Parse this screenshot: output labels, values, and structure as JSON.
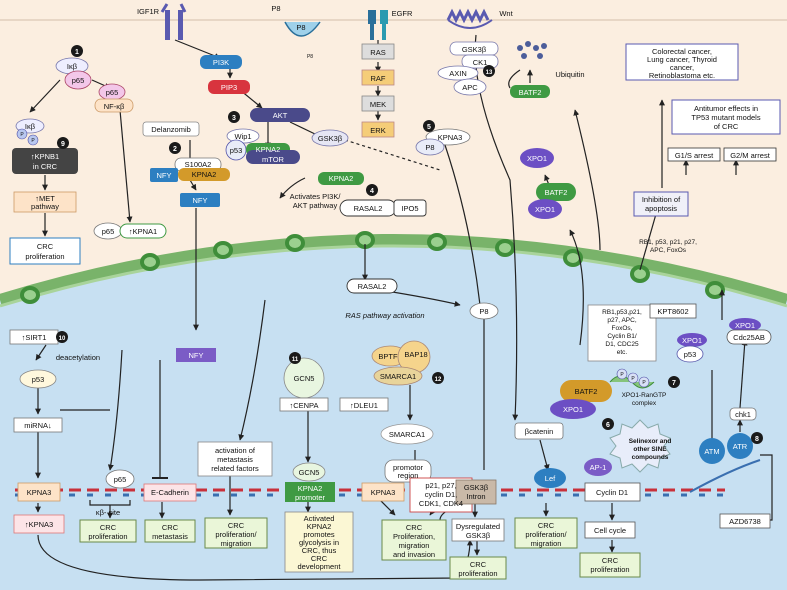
{
  "receptors": {
    "igf1r": "IGF1R",
    "egfr": "EGFR",
    "wnt": "Wnt",
    "p8_top": "P8",
    "p8_mid": "P8",
    "p8_small": "P8"
  },
  "ikb": {
    "ikb": "Iκβ",
    "p65": "p65",
    "ikb2": "Iκβ",
    "p_a": "P",
    "p_b": "P",
    "p65_b": "p65",
    "nfkb": "NF-κβ"
  },
  "badges": [
    "1",
    "2",
    "3",
    "4",
    "5",
    "6",
    "7",
    "8",
    "9",
    "10",
    "11",
    "12",
    "13"
  ],
  "pi3k": {
    "pi3k": "PI3K",
    "pip3": "PIP3",
    "akt": "AKT",
    "wip1": "Wip1",
    "p53": "p53",
    "kpna2": "KPNA2",
    "mtor": "mTOR",
    "gsk3b": "GSK3β",
    "kpna2_b": "KPNA2",
    "activates": [
      "Activates PI3K/",
      "AKT pathway"
    ]
  },
  "delanzomib": {
    "name": "Delanzomib",
    "s100a2": "S100A2",
    "nfy": "NFY",
    "kpna2": "KPNA2",
    "nfy2": "NFY"
  },
  "ras": {
    "ras": "RAS",
    "raf": "RAF",
    "mek": "MEK",
    "erk": "ERK",
    "kpna3": "KPNA3",
    "p8": "P8",
    "rasal2": "RASAL2",
    "ipo5": "IPO5",
    "rasal2_nuc": "RASAL2",
    "activation": "RAS pathway activation",
    "p8_nuc": "P8"
  },
  "wnt": {
    "gsk3b": "GSK3β",
    "ck1": "CK1",
    "axin": "AXIN",
    "apc": "APC",
    "batf2": "BATF2",
    "ubiquitin": "Ubiquitin"
  },
  "xpo1": {
    "xpo1_a": "XPO1",
    "batf2": "BATF2",
    "xpo1_b": "XPO1",
    "batf2_nuc": "BATF2",
    "xpo1_nuc": "XPO1",
    "xpo1_right": "XPO1",
    "cdc25ab": "Cdc25AB",
    "xpo1_p53": "XPO1",
    "p53": "p53",
    "kpt8602": "KPT8602",
    "rb1_box": [
      "RB1,p53,p21,",
      "p27, APC,",
      "FoxOs,",
      "Cyclin B1/",
      "D1, CDC25",
      "etc."
    ],
    "complex": [
      "XPO1-RanGTP",
      "complex"
    ],
    "p_letter": "P",
    "selinexor": [
      "Selinexor and",
      "other SINE",
      "compounds"
    ]
  },
  "right": {
    "cancers": [
      "Colorectal cancer,",
      "Lung cancer, Thyroid",
      "cancer,",
      "Retinoblastoma etc."
    ],
    "antitumor": [
      "Antitumor effects in",
      "TP53 mutant models",
      "of CRC"
    ],
    "g1s": "G1/S arrest",
    "g2m": "G2/M arrest",
    "inhibition": [
      "Inhibition of",
      "apoptosis"
    ],
    "rb1_list": [
      "RB1, p53, p21, p27,",
      "APC, FoxOs"
    ],
    "chk1": "chk1",
    "atm": "ATM",
    "atr": "ATR",
    "azd": "AZD6738",
    "cyclind1": "Cyclin D1",
    "cellcycle": "Cell cycle",
    "crc_prolif": [
      "CRC",
      "proliferation"
    ]
  },
  "left": {
    "kpnb1": [
      "↑KPNB1",
      "in CRC"
    ],
    "met": [
      "↑MET",
      "pathway"
    ],
    "crc_prolif": [
      "CRC",
      "proliferation"
    ],
    "p65": "p65",
    "kpna1": "↑KPNA1",
    "sirt1": "↑SIRT1",
    "deacetylation": "deacetylation",
    "p53": "p53",
    "mirna": "miRNA↓",
    "kpna3": "KPNA3",
    "up_kpna3": "↑KPNA3",
    "p65_nuc": "p65",
    "kb_site": "κβ- site",
    "crc_prolif2": [
      "CRC",
      "proliferation"
    ],
    "ecad": "E-Cadherin",
    "crc_metastasis": [
      "CRC",
      "metastasis"
    ],
    "nfy": "NFY"
  },
  "center": {
    "metastasis": [
      "activation of",
      "metastasis",
      "related factors"
    ],
    "crc_prolif_mig": [
      "CRC",
      "proliferation/",
      "migration"
    ],
    "gcn5": "GCN5",
    "cenpa": "↑CENPA",
    "gcn5_b": "GCN5",
    "kpna2_promoter": [
      "KPNA2",
      "promoter"
    ],
    "activated": [
      "Activated",
      "KPNA2",
      "promotes",
      "glycolysis in",
      "CRC, thus",
      "CRC",
      "development"
    ],
    "bptf": "BPTF",
    "bap18": "BAP18",
    "smarca1": "SMARCA1",
    "dleu1": "↑DLEU1",
    "smarca1_b": "SMARCA1",
    "promoter_region": [
      "promotor",
      "region"
    ],
    "kpna3": "KPNA3",
    "p21_box": [
      "p21, p27,",
      "cyclin D1,",
      "CDK1, CDK4"
    ],
    "crc_pmi": [
      "CRC",
      "Proliferation,",
      "migration",
      "and invasion"
    ],
    "gsk3b_intron": [
      "GSK3β",
      "Intron"
    ],
    "dysregulated": [
      "Dysregulated",
      "GSK3β"
    ],
    "crc_prolif3": [
      "CRC",
      "proliferation"
    ],
    "bcatenin": "βcatenin",
    "lef": "Lef",
    "ap1": "AP-1",
    "crc_prolif_mig2": [
      "CRC",
      "proliferation/",
      "migration"
    ]
  },
  "colors": {
    "cytoplasm": "#fbeee0",
    "nucleus": "#c7e0f2",
    "membrane": "#79b36a",
    "dna_red": "#c9303a",
    "dna_blue": "#3a6fb0",
    "kpna2_green": "#3f9a43",
    "xpo1_purple": "#6c4fc4",
    "pi3k_blue": "#2d7fc1",
    "pip3_red": "#d8343e",
    "akt_navy": "#4a4a8a",
    "batf2_gold": "#d39a2a"
  }
}
